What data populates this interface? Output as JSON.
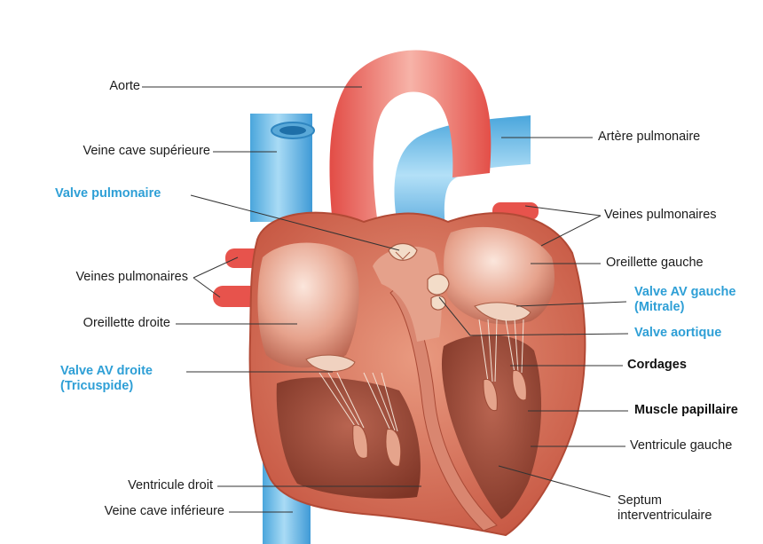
{
  "colors": {
    "blue_text": "#2e9fd6",
    "leader_line": "#333333",
    "vessel_red": "#e9564f",
    "vessel_blue": "#5fb4e6",
    "myocardium": "#d9785e",
    "chamber_interior": "#f0c2b2"
  },
  "labels": {
    "aorte": "Aorte",
    "veine_cave_superieure": "Veine cave supérieure",
    "valve_pulmonaire": "Valve pulmonaire",
    "veines_pulmonaires_left": "Veines pulmonaires",
    "oreillette_droite": "Oreillette droite",
    "valve_av_droite_line1": "Valve AV droite",
    "valve_av_droite_line2": "(Tricuspide)",
    "ventricule_droit": "Ventricule droit",
    "veine_cave_inferieure": "Veine cave inférieure",
    "artere_pulmonaire": "Artère pulmonaire",
    "veines_pulmonaires_right": "Veines pulmonaires",
    "oreillette_gauche": "Oreillette gauche",
    "valve_av_gauche_line1": "Valve AV gauche",
    "valve_av_gauche_line2": "(Mitrale)",
    "valve_aortique": "Valve aortique",
    "cordages": "Cordages",
    "muscle_papillaire": "Muscle papillaire",
    "ventricule_gauche": "Ventricule gauche",
    "septum_line1": "Septum",
    "septum_line2": "interventriculaire"
  }
}
